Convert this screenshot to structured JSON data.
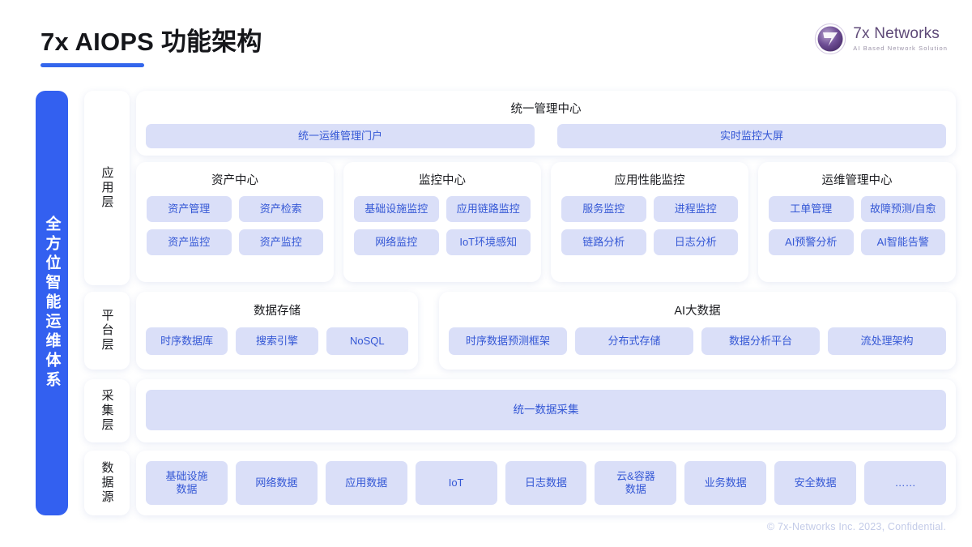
{
  "header": {
    "title": "7x AIOPS 功能架构",
    "logo_name": "7x Networks",
    "logo_tagline": "AI Based Network Solution",
    "accent_color": "#3366ec",
    "logo_color": "#5f4a78"
  },
  "side_banner": {
    "text": "全方位智能运维体系",
    "color": "#3360f0"
  },
  "layers": [
    {
      "label": "应用层"
    },
    {
      "label": "平台层"
    },
    {
      "label": "采集层"
    },
    {
      "label": "数据源"
    }
  ],
  "application_layer": {
    "unified_center": {
      "title": "统一管理中心",
      "pills": [
        "统一运维管理门户",
        "实时监控大屏"
      ]
    },
    "cards": [
      {
        "title": "资产中心",
        "pills": [
          "资产管理",
          "资产检索",
          "资产监控",
          "资产监控"
        ]
      },
      {
        "title": "监控中心",
        "pills": [
          "基础设施监控",
          "应用链路监控",
          "网络监控",
          "IoT环境感知"
        ]
      },
      {
        "title": "应用性能监控",
        "pills": [
          "服务监控",
          "进程监控",
          "链路分析",
          "日志分析"
        ]
      },
      {
        "title": "运维管理中心",
        "pills": [
          "工单管理",
          "故障预测/自愈",
          "AI预警分析",
          "AI智能告警"
        ]
      }
    ]
  },
  "platform_layer": {
    "storage": {
      "title": "数据存储",
      "pills": [
        "时序数据库",
        "搜索引擎",
        "NoSQL"
      ]
    },
    "ai_bigdata": {
      "title": "AI大数据",
      "pills": [
        "时序数据预测框架",
        "分布式存储",
        "数据分析平台",
        "流处理架构"
      ]
    }
  },
  "collection_layer": {
    "pill": "统一数据采集"
  },
  "data_sources": {
    "pills": [
      "基础设施\n数据",
      "网络数据",
      "应用数据",
      "IoT",
      "日志数据",
      "云&容器\n数据",
      "业务数据",
      "安全数据",
      "……"
    ]
  },
  "footer": {
    "text": "© 7x-Networks Inc. 2023, Confidential."
  },
  "palette": {
    "pill_bg": "#dadff8",
    "pill_text": "#3457d5",
    "card_bg": "#ffffff",
    "page_bg": "#ffffff"
  }
}
